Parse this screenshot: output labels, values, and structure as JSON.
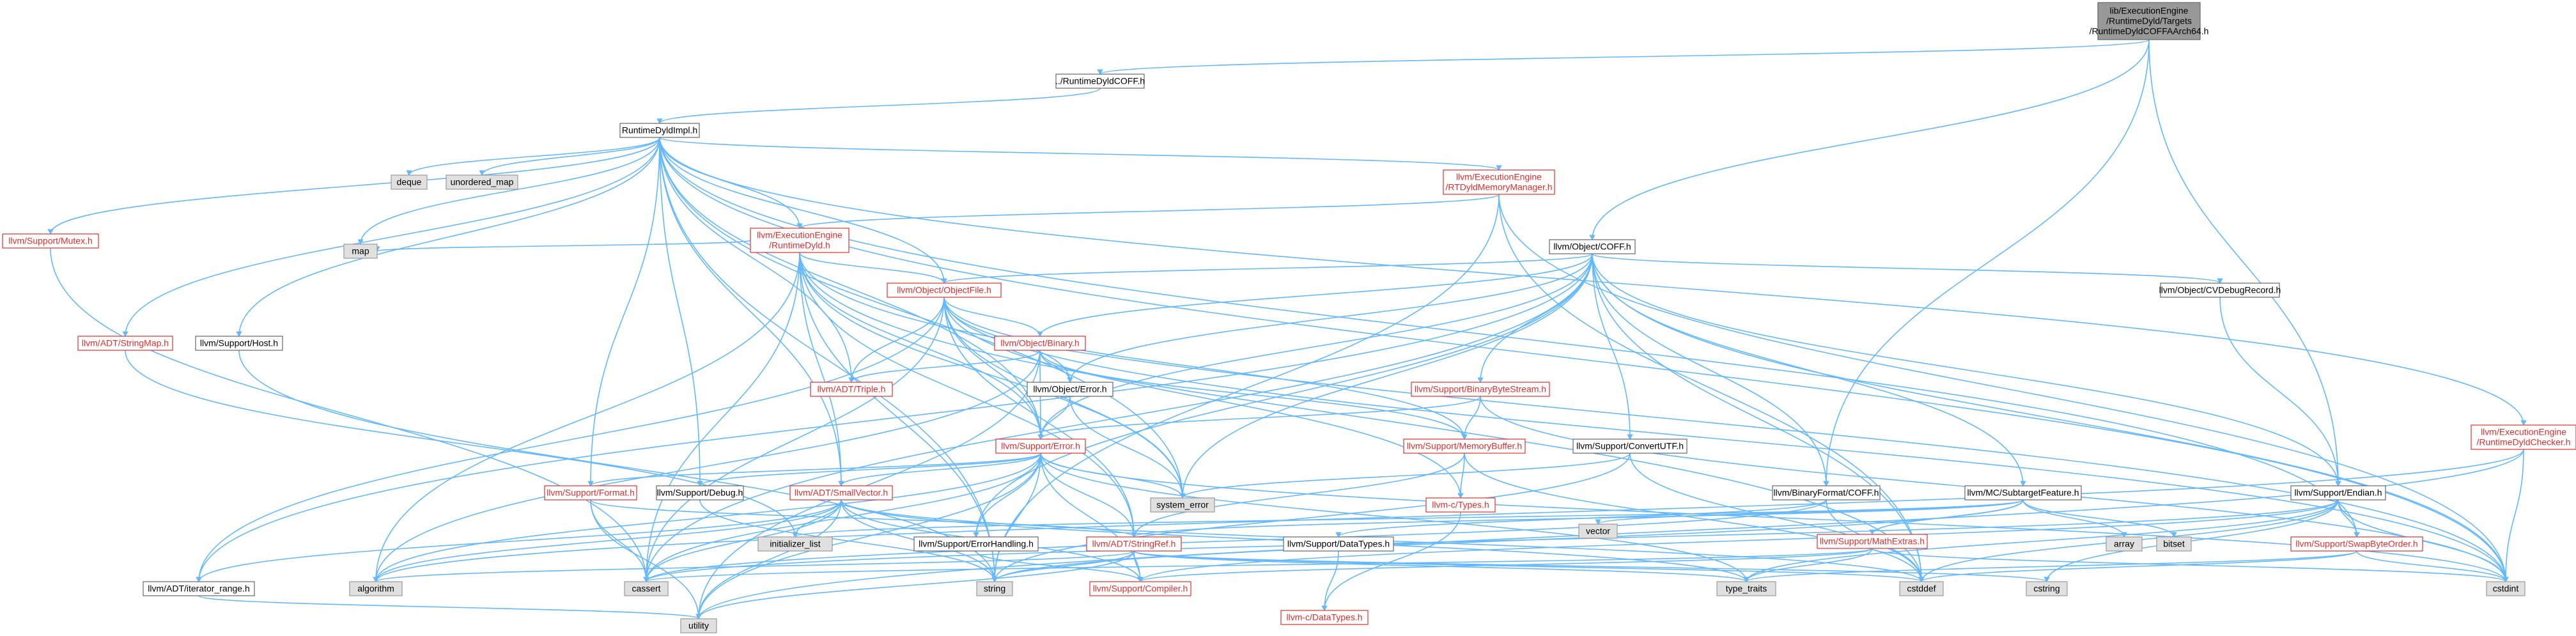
{
  "colors": {
    "edge": "#63b8ff",
    "root_fill": "#999999",
    "white_fill": "#ffffff",
    "gray_fill": "#e0e0e0",
    "border": "#666666",
    "gray_border": "#999999",
    "red_text": "#e62e2e",
    "black_text": "#000000"
  },
  "nodes": [
    {
      "id": "root",
      "lines": [
        "lib/ExecutionEngine",
        "/RuntimeDyld/Targets",
        "/RuntimeDyldCOFFAArch64.h"
      ],
      "style": "root"
    },
    {
      "id": "runtimedyldcoff",
      "lines": [
        "../RuntimeDyldCOFF.h"
      ],
      "style": "plain"
    },
    {
      "id": "runtimedyldimpl",
      "lines": [
        "RuntimeDyldImpl.h"
      ],
      "style": "plain"
    },
    {
      "id": "objectcoff",
      "lines": [
        "llvm/Object/COFF.h"
      ],
      "style": "plain"
    },
    {
      "id": "binaryformatcoff",
      "lines": [
        "llvm/BinaryFormat/COFF.h"
      ],
      "style": "plain"
    },
    {
      "id": "endian",
      "lines": [
        "llvm/Support/Endian.h"
      ],
      "style": "plain"
    },
    {
      "id": "mutex",
      "lines": [
        "llvm/Support/Mutex.h"
      ],
      "style": "red"
    },
    {
      "id": "stringmap",
      "lines": [
        "llvm/ADT/StringMap.h"
      ],
      "style": "red"
    },
    {
      "id": "deque",
      "lines": [
        "deque"
      ],
      "style": "gray"
    },
    {
      "id": "unordered_map",
      "lines": [
        "unordered_map"
      ],
      "style": "gray"
    },
    {
      "id": "map",
      "lines": [
        "map"
      ],
      "style": "gray"
    },
    {
      "id": "host",
      "lines": [
        "llvm/Support/Host.h"
      ],
      "style": "plain"
    },
    {
      "id": "rtdyldmm",
      "lines": [
        "llvm/ExecutionEngine",
        "/RTDyldMemoryManager.h"
      ],
      "style": "red"
    },
    {
      "id": "runtimedyld",
      "lines": [
        "llvm/ExecutionEngine",
        "/RuntimeDyld.h"
      ],
      "style": "red"
    },
    {
      "id": "objectfile",
      "lines": [
        "llvm/Object/ObjectFile.h"
      ],
      "style": "red"
    },
    {
      "id": "cvdebugrecord",
      "lines": [
        "llvm/Object/CVDebugRecord.h"
      ],
      "style": "plain"
    },
    {
      "id": "runtimedyldchecker",
      "lines": [
        "llvm/ExecutionEngine",
        "/RuntimeDyldChecker.h"
      ],
      "style": "red"
    },
    {
      "id": "objectbinary",
      "lines": [
        "llvm/Object/Binary.h"
      ],
      "style": "red"
    },
    {
      "id": "triple",
      "lines": [
        "llvm/ADT/Triple.h"
      ],
      "style": "red"
    },
    {
      "id": "objecterror",
      "lines": [
        "llvm/Object/Error.h"
      ],
      "style": "plain"
    },
    {
      "id": "binarybytestream",
      "lines": [
        "llvm/Support/BinaryByteStream.h"
      ],
      "style": "red"
    },
    {
      "id": "memorybuffer",
      "lines": [
        "llvm/Support/MemoryBuffer.h"
      ],
      "style": "red"
    },
    {
      "id": "convertutf",
      "lines": [
        "llvm/Support/ConvertUTF.h"
      ],
      "style": "plain"
    },
    {
      "id": "supporterror",
      "lines": [
        "llvm/Support/Error.h"
      ],
      "style": "red"
    },
    {
      "id": "system_error",
      "lines": [
        "system_error"
      ],
      "style": "gray"
    },
    {
      "id": "format",
      "lines": [
        "llvm/Support/Format.h"
      ],
      "style": "red"
    },
    {
      "id": "debug",
      "lines": [
        "llvm/Support/Debug.h"
      ],
      "style": "plain"
    },
    {
      "id": "smallvector",
      "lines": [
        "llvm/ADT/SmallVector.h"
      ],
      "style": "red"
    },
    {
      "id": "ctypes",
      "lines": [
        "llvm-c/Types.h"
      ],
      "style": "red"
    },
    {
      "id": "subtargetfeature",
      "lines": [
        "llvm/MC/SubtargetFeature.h"
      ],
      "style": "plain"
    },
    {
      "id": "initializer_list",
      "lines": [
        "initializer_list"
      ],
      "style": "gray"
    },
    {
      "id": "errorhandling",
      "lines": [
        "llvm/Support/ErrorHandling.h"
      ],
      "style": "plain"
    },
    {
      "id": "stringref",
      "lines": [
        "llvm/ADT/StringRef.h"
      ],
      "style": "red"
    },
    {
      "id": "datatypes",
      "lines": [
        "llvm/Support/DataTypes.h"
      ],
      "style": "plain"
    },
    {
      "id": "vector",
      "lines": [
        "vector"
      ],
      "style": "gray"
    },
    {
      "id": "mathextras",
      "lines": [
        "llvm/Support/MathExtras.h"
      ],
      "style": "red"
    },
    {
      "id": "array",
      "lines": [
        "array"
      ],
      "style": "gray"
    },
    {
      "id": "bitset",
      "lines": [
        "bitset"
      ],
      "style": "gray"
    },
    {
      "id": "swapbyteorder",
      "lines": [
        "llvm/Support/SwapByteOrder.h"
      ],
      "style": "red"
    },
    {
      "id": "iterator_range",
      "lines": [
        "llvm/ADT/iterator_range.h"
      ],
      "style": "plain"
    },
    {
      "id": "algorithm",
      "lines": [
        "algorithm"
      ],
      "style": "gray"
    },
    {
      "id": "cassert",
      "lines": [
        "cassert"
      ],
      "style": "gray"
    },
    {
      "id": "string",
      "lines": [
        "string"
      ],
      "style": "gray"
    },
    {
      "id": "compiler",
      "lines": [
        "llvm/Support/Compiler.h"
      ],
      "style": "red"
    },
    {
      "id": "cdatatypes",
      "lines": [
        "llvm-c/DataTypes.h"
      ],
      "style": "red"
    },
    {
      "id": "type_traits",
      "lines": [
        "type_traits"
      ],
      "style": "gray"
    },
    {
      "id": "cstddef",
      "lines": [
        "cstddef"
      ],
      "style": "gray"
    },
    {
      "id": "cstring",
      "lines": [
        "cstring"
      ],
      "style": "gray"
    },
    {
      "id": "cstdint",
      "lines": [
        "cstdint"
      ],
      "style": "gray"
    },
    {
      "id": "utility",
      "lines": [
        "utility"
      ],
      "style": "gray"
    }
  ],
  "edges": [
    [
      "root",
      "runtimedyldcoff"
    ],
    [
      "root",
      "objectcoff"
    ],
    [
      "root",
      "binaryformatcoff"
    ],
    [
      "root",
      "endian"
    ],
    [
      "runtimedyldcoff",
      "runtimedyldimpl"
    ],
    [
      "runtimedyldimpl",
      "mutex"
    ],
    [
      "runtimedyldimpl",
      "stringmap"
    ],
    [
      "runtimedyldimpl",
      "deque"
    ],
    [
      "runtimedyldimpl",
      "unordered_map"
    ],
    [
      "runtimedyldimpl",
      "map"
    ],
    [
      "runtimedyldimpl",
      "host"
    ],
    [
      "runtimedyldimpl",
      "rtdyldmm"
    ],
    [
      "runtimedyldimpl",
      "runtimedyld"
    ],
    [
      "runtimedyldimpl",
      "objectfile"
    ],
    [
      "runtimedyldimpl",
      "runtimedyldchecker"
    ],
    [
      "runtimedyldimpl",
      "triple"
    ],
    [
      "runtimedyldimpl",
      "supporterror"
    ],
    [
      "runtimedyldimpl",
      "format"
    ],
    [
      "runtimedyldimpl",
      "debug"
    ],
    [
      "runtimedyldimpl",
      "smallvector"
    ],
    [
      "runtimedyldimpl",
      "system_error"
    ],
    [
      "runtimedyldimpl",
      "swapbyteorder"
    ],
    [
      "runtimedyldimpl",
      "string"
    ],
    [
      "runtimedyldimpl",
      "cstdint"
    ],
    [
      "mutex",
      "cassert"
    ],
    [
      "stringmap",
      "initializer_list"
    ],
    [
      "host",
      "string"
    ],
    [
      "rtdyldmm",
      "runtimedyld"
    ],
    [
      "rtdyldmm",
      "cstddef"
    ],
    [
      "rtdyldmm",
      "cstdint"
    ],
    [
      "rtdyldmm",
      "string"
    ],
    [
      "runtimedyld",
      "map"
    ],
    [
      "runtimedyld",
      "objectfile"
    ],
    [
      "runtimedyld",
      "supporterror"
    ],
    [
      "runtimedyld",
      "stringref"
    ],
    [
      "runtimedyld",
      "smallvector"
    ],
    [
      "runtimedyld",
      "algorithm"
    ],
    [
      "runtimedyld",
      "cassert"
    ],
    [
      "runtimedyld",
      "cstddef"
    ],
    [
      "runtimedyld",
      "cstdint"
    ],
    [
      "runtimedyld",
      "string"
    ],
    [
      "runtimedyld",
      "system_error"
    ],
    [
      "objectcoff",
      "objectfile"
    ],
    [
      "objectcoff",
      "cvdebugrecord"
    ],
    [
      "objectcoff",
      "objectbinary"
    ],
    [
      "objectcoff",
      "objecterror"
    ],
    [
      "objectcoff",
      "binarybytestream"
    ],
    [
      "objectcoff",
      "convertutf"
    ],
    [
      "objectcoff",
      "binaryformatcoff"
    ],
    [
      "objectcoff",
      "subtargetfeature"
    ],
    [
      "objectcoff",
      "endian"
    ],
    [
      "objectcoff",
      "supporterror"
    ],
    [
      "objectcoff",
      "errorhandling"
    ],
    [
      "objectcoff",
      "iterator_range"
    ],
    [
      "objectcoff",
      "cassert"
    ],
    [
      "objectcoff",
      "cstddef"
    ],
    [
      "objectcoff",
      "cstdint"
    ],
    [
      "objectcoff",
      "system_error"
    ],
    [
      "objectfile",
      "objectbinary"
    ],
    [
      "objectfile",
      "triple"
    ],
    [
      "objectfile",
      "objecterror"
    ],
    [
      "objectfile",
      "supporterror"
    ],
    [
      "objectfile",
      "memorybuffer"
    ],
    [
      "objectfile",
      "ctypes"
    ],
    [
      "objectfile",
      "iterator_range"
    ],
    [
      "objectfile",
      "cassert"
    ],
    [
      "objectfile",
      "cstdint"
    ],
    [
      "objectfile",
      "system_error"
    ],
    [
      "objectfile",
      "stringref"
    ],
    [
      "objectbinary",
      "triple"
    ],
    [
      "objectbinary",
      "objecterror"
    ],
    [
      "objectbinary",
      "supporterror"
    ],
    [
      "objectbinary",
      "memorybuffer"
    ],
    [
      "objectbinary",
      "algorithm"
    ],
    [
      "objectbinary",
      "utility"
    ],
    [
      "objecterror",
      "supporterror"
    ],
    [
      "objecterror",
      "system_error"
    ],
    [
      "binarybytestream",
      "supporterror"
    ],
    [
      "binarybytestream",
      "memorybuffer"
    ],
    [
      "binarybytestream",
      "cstdint"
    ],
    [
      "memorybuffer",
      "ctypes"
    ],
    [
      "memorybuffer",
      "stringref"
    ],
    [
      "memorybuffer",
      "cstddef"
    ],
    [
      "convertutf",
      "string"
    ],
    [
      "convertutf",
      "cstddef"
    ],
    [
      "convertutf",
      "system_error"
    ],
    [
      "supporterror",
      "format"
    ],
    [
      "supporterror",
      "debug"
    ],
    [
      "supporterror",
      "smallvector"
    ],
    [
      "supporterror",
      "errorhandling"
    ],
    [
      "supporterror",
      "stringref"
    ],
    [
      "supporterror",
      "compiler"
    ],
    [
      "supporterror",
      "algorithm"
    ],
    [
      "supporterror",
      "cassert"
    ],
    [
      "supporterror",
      "cstdint"
    ],
    [
      "supporterror",
      "string"
    ],
    [
      "supporterror",
      "system_error"
    ],
    [
      "supporterror",
      "type_traits"
    ],
    [
      "supporterror",
      "utility"
    ],
    [
      "format",
      "stringref"
    ],
    [
      "format",
      "cassert"
    ],
    [
      "format",
      "utility"
    ],
    [
      "smallvector",
      "compiler"
    ],
    [
      "smallvector",
      "iterator_range"
    ],
    [
      "smallvector",
      "algorithm"
    ],
    [
      "smallvector",
      "cassert"
    ],
    [
      "smallvector",
      "cstddef"
    ],
    [
      "smallvector",
      "initializer_list"
    ],
    [
      "smallvector",
      "type_traits"
    ],
    [
      "smallvector",
      "utility"
    ],
    [
      "smallvector",
      "string"
    ],
    [
      "ctypes",
      "cdatatypes"
    ],
    [
      "binaryformatcoff",
      "datatypes"
    ],
    [
      "binaryformatcoff",
      "cassert"
    ],
    [
      "binaryformatcoff",
      "cstddef"
    ],
    [
      "endian",
      "swapbyteorder"
    ],
    [
      "endian",
      "compiler"
    ],
    [
      "endian",
      "cassert"
    ],
    [
      "endian",
      "cstddef"
    ],
    [
      "endian",
      "cstdint"
    ],
    [
      "endian",
      "cstring"
    ],
    [
      "endian",
      "type_traits"
    ],
    [
      "cvdebugrecord",
      "endian"
    ],
    [
      "runtimedyldchecker",
      "cstdint"
    ],
    [
      "runtimedyldchecker",
      "utility"
    ],
    [
      "runtimedyldchecker",
      "algorithm"
    ],
    [
      "subtargetfeature",
      "stringref"
    ],
    [
      "subtargetfeature",
      "mathextras"
    ],
    [
      "subtargetfeature",
      "array"
    ],
    [
      "subtargetfeature",
      "bitset"
    ],
    [
      "subtargetfeature",
      "initializer_list"
    ],
    [
      "subtargetfeature",
      "string"
    ],
    [
      "subtargetfeature",
      "vector"
    ],
    [
      "stringref",
      "compiler"
    ],
    [
      "stringref",
      "cstddef"
    ],
    [
      "stringref",
      "cstring"
    ],
    [
      "stringref",
      "string"
    ],
    [
      "stringref",
      "type_traits"
    ],
    [
      "stringref",
      "utility"
    ],
    [
      "stringref",
      "algorithm"
    ],
    [
      "datatypes",
      "cdatatypes"
    ],
    [
      "mathextras",
      "compiler"
    ],
    [
      "mathextras",
      "cstdint"
    ],
    [
      "mathextras",
      "type_traits"
    ],
    [
      "mathextras",
      "cassert"
    ],
    [
      "swapbyteorder",
      "cstddef"
    ],
    [
      "swapbyteorder",
      "cstdint"
    ],
    [
      "swapbyteorder",
      "type_traits"
    ],
    [
      "iterator_range",
      "utility"
    ],
    [
      "errorhandling",
      "compiler"
    ],
    [
      "debug",
      "string"
    ]
  ]
}
